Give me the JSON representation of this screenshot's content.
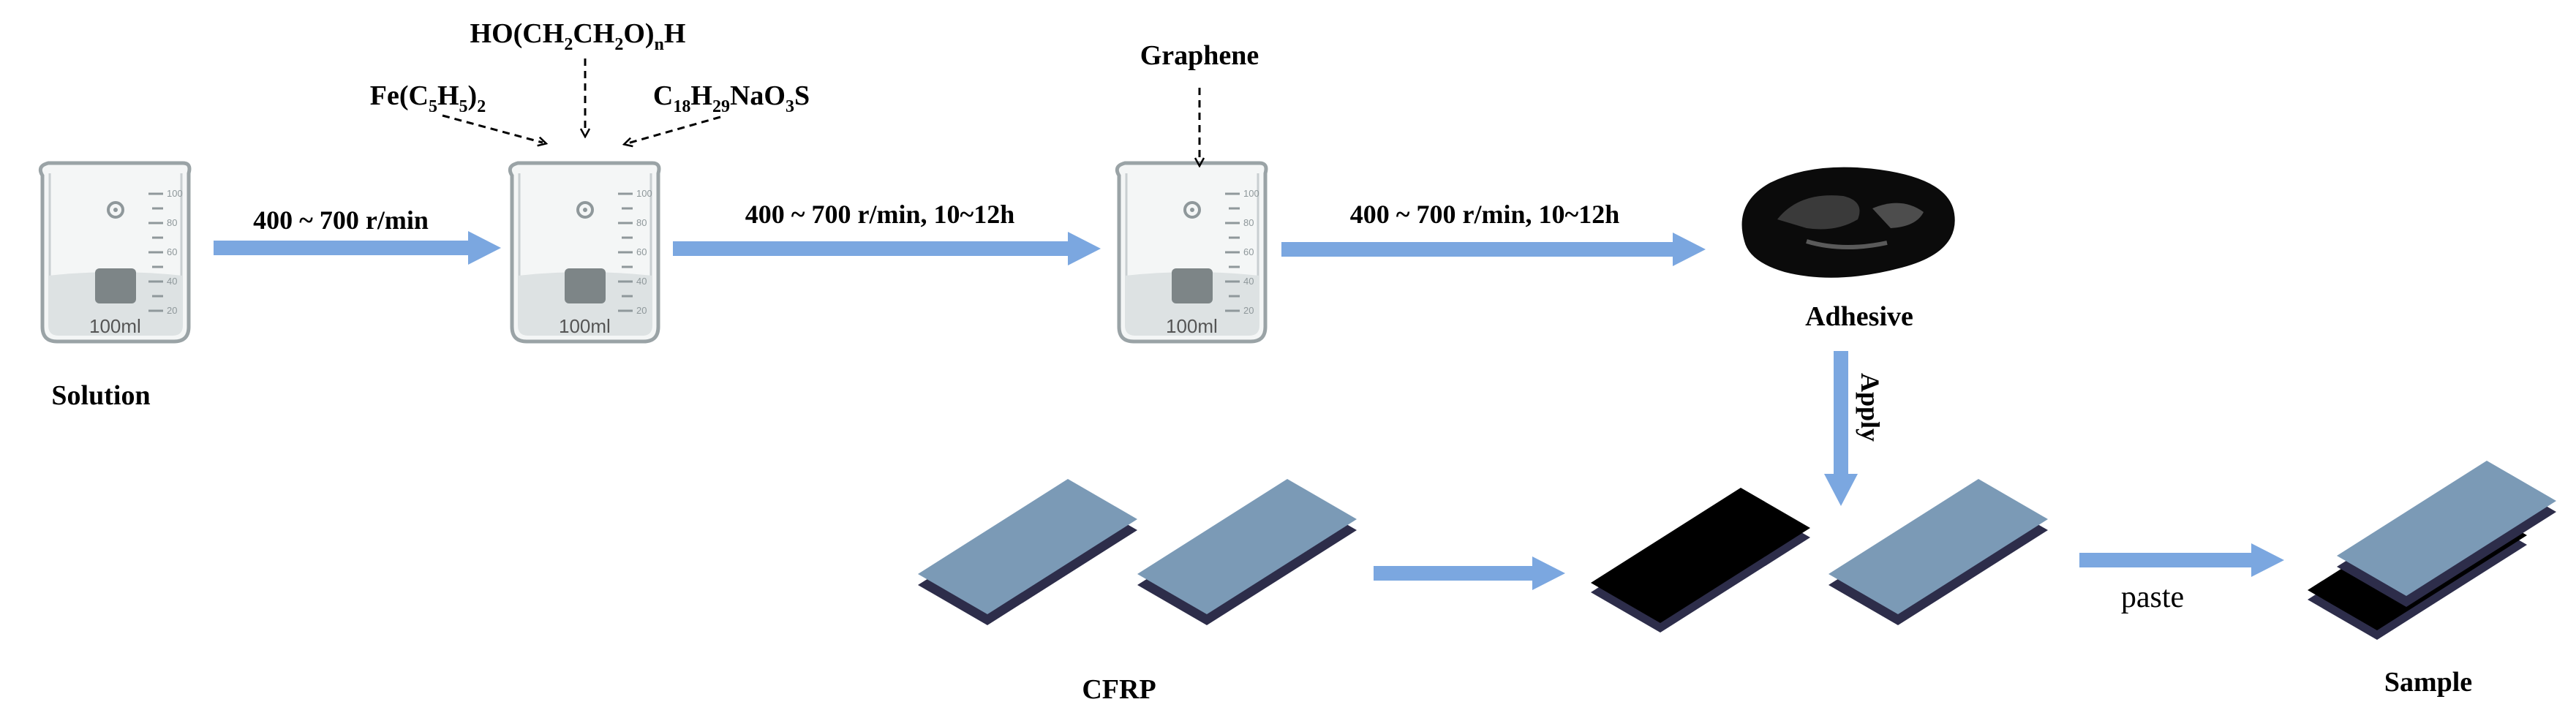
{
  "labels": {
    "solution": "Solution",
    "adhesive": "Adhesive",
    "cfrp": "CFRP",
    "sample": "Sample",
    "apply": "Apply",
    "paste": "paste",
    "graphene": "Graphene"
  },
  "reagents": {
    "peg": {
      "pre": "HO(CH",
      "s1": "2",
      "mid": "CH",
      "s2": "2",
      "post": "O)",
      "s3": "n",
      "end": "H"
    },
    "ferrocene": {
      "pre": "Fe(C",
      "s1": "5",
      "mid": "H",
      "s2": "5",
      "post": ")",
      "s3": "2"
    },
    "sdbs": {
      "pre": "C",
      "s1": "18",
      "mid": "H",
      "s2": "29",
      "post": "NaO",
      "s3": "3",
      "end": "S"
    }
  },
  "steps": {
    "step1": "400 ~ 700 r/min",
    "step2": "400 ~ 700 r/min, 10~12h",
    "step3": "400 ~ 700 r/min, 10~12h"
  },
  "beaker": {
    "volume": "100ml",
    "ticks": [
      "100",
      "80",
      "60",
      "40",
      "20"
    ]
  },
  "colors": {
    "arrow": "#7ba7e0",
    "plate_top": "#7b9ab6",
    "plate_base": "#2d2d4a",
    "adhesive_layer": "#000000"
  }
}
